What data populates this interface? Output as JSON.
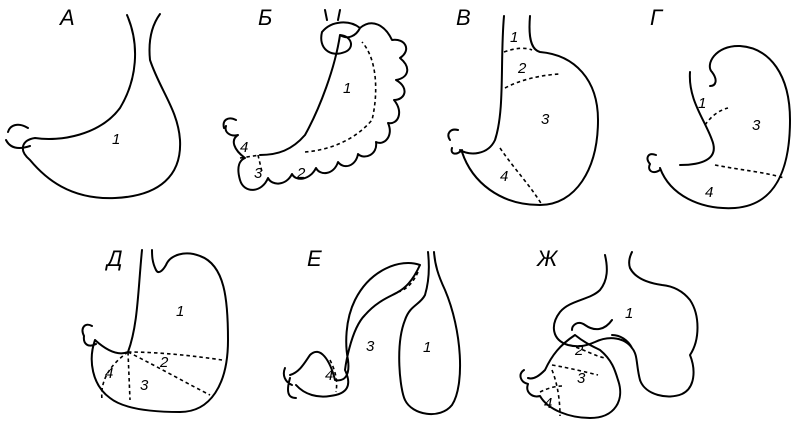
{
  "figures": [
    {
      "letter": "А",
      "parts": [
        "1"
      ]
    },
    {
      "letter": "Б",
      "parts": [
        "1",
        "2",
        "3",
        "4"
      ]
    },
    {
      "letter": "В",
      "parts": [
        "1",
        "2",
        "3",
        "4"
      ]
    },
    {
      "letter": "Г",
      "parts": [
        "1",
        "3",
        "4"
      ]
    },
    {
      "letter": "Д",
      "parts": [
        "1",
        "2",
        "3",
        "4"
      ]
    },
    {
      "letter": "Е",
      "parts": [
        "1",
        "3",
        "4"
      ]
    },
    {
      "letter": "Ж",
      "parts": [
        "1",
        "2",
        "3",
        "4"
      ]
    }
  ]
}
